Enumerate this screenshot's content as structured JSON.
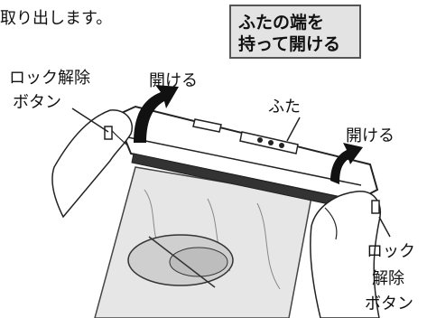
{
  "heading": "取り出します。",
  "callout": {
    "line1": "ふたの端を",
    "line2": "持って開ける"
  },
  "labels": {
    "lock_left_1": "ロック解除",
    "lock_left_2": "ボタン",
    "open_left": "開ける",
    "lid": "ふた",
    "open_right": "開ける",
    "lock_right_1": "ロック",
    "lock_right_2": "解除",
    "lock_right_3": "ボタン"
  },
  "colors": {
    "arrow": "#111111",
    "callout_bg": "#e3e3e3",
    "bag": "#dcdcdc"
  }
}
